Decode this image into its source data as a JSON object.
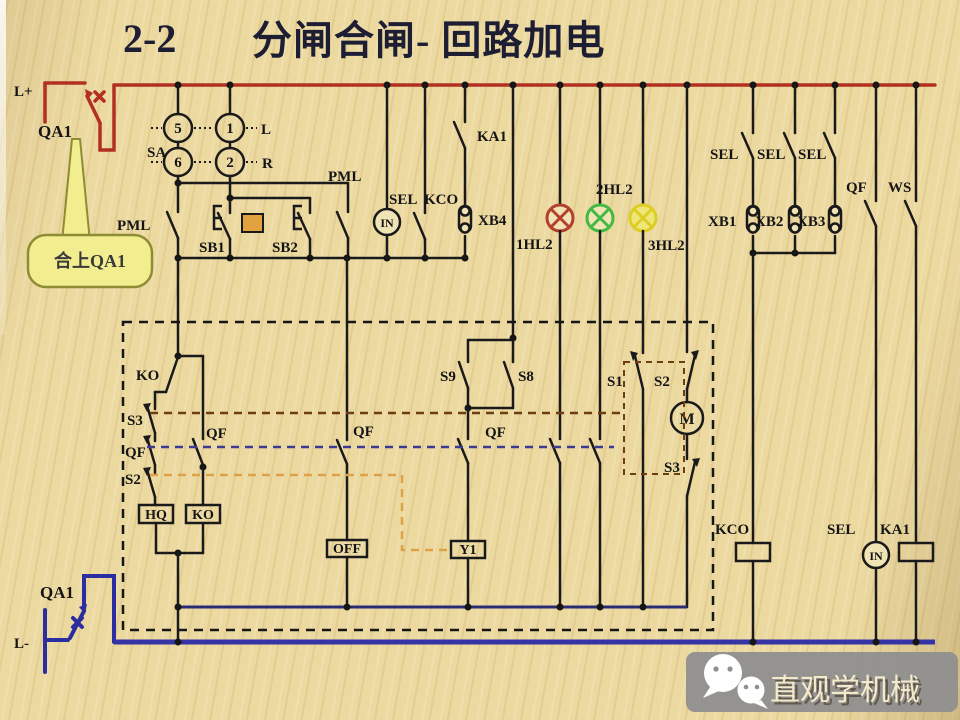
{
  "title": {
    "number": "2-2",
    "text": "分闸合闸- 回路加电"
  },
  "callout": {
    "text": "合上QA1"
  },
  "rails": {
    "l_plus": "L+",
    "qa1_top": "QA1",
    "l_minus": "L-",
    "qa1_bottom": "QA1"
  },
  "selector": {
    "name": "SA",
    "c5": "5",
    "c1": "1",
    "c6": "6",
    "c2": "2",
    "left": "L",
    "right": "R"
  },
  "labels": {
    "pml_left": "PML",
    "pml_mid": "PML",
    "sb1": "SB1",
    "sb2": "SB2",
    "sel_mid": "SEL",
    "kco_mid": "KCO",
    "ka1_mid": "KA1",
    "in_mid": "IN",
    "xb4": "XB4",
    "hl1": "1HL2",
    "hl2": "2HL2",
    "hl3": "3HL2",
    "sel_r1": "SEL",
    "sel_r2": "SEL",
    "sel_r3": "SEL",
    "xb1": "XB1",
    "xb2": "XB2",
    "xb3": "XB3",
    "qf_top": "QF",
    "ws_top": "WS",
    "ko_contact": "KO",
    "s3_left": "S3",
    "qf_left": "QF",
    "s2_left": "S2",
    "qf_mid_branch": "QF",
    "hq_box": "HQ",
    "ko_box": "KO",
    "qf_off": "QF",
    "off_box": "OFF",
    "s9": "S9",
    "s8": "S8",
    "qf_y1": "QF",
    "y1_box": "Y1",
    "s1": "S1",
    "s2_right": "S2",
    "motor": "M",
    "s3_right": "S3",
    "kco_coil": "KCO",
    "sel_bottom": "SEL",
    "in_bottom": "IN",
    "ka1_coil": "KA1"
  },
  "footer": {
    "brand": "直观学机械"
  },
  "colors": {
    "positive_bus": "#b13021",
    "negative_bus": "#3533a6",
    "wire": "#1a1a1a",
    "lamp_red": "#b3402e",
    "lamp_green": "#43b943",
    "lamp_yellow": "#ddce25",
    "indicator_square": "#e2a23f",
    "callout_fill": "#f2ee8f",
    "callout_border": "#8e8c34",
    "link_brown": "#6e3d12",
    "link_blue": "#3b3b94",
    "link_orange": "#dfa148",
    "background": "#ecd9a0",
    "footer_panel": "#8f8f8f"
  }
}
